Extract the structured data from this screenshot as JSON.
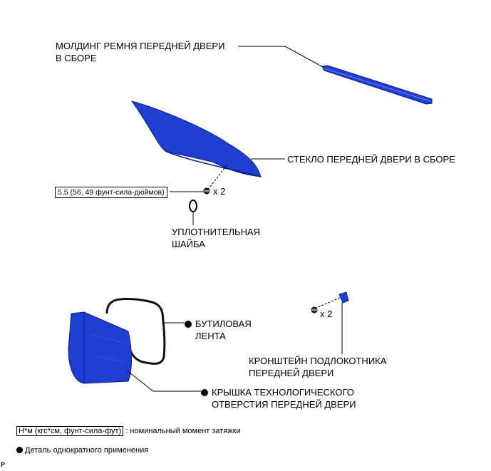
{
  "labels": {
    "belt_molding_1": "МОЛДИНГ РЕМНЯ ПЕРЕДНЕЙ ДВЕРИ",
    "belt_molding_2": "В СБОРЕ",
    "glass": "СТЕКЛО ПЕРЕДНЕЙ ДВЕРИ В СБОРЕ",
    "torque_value": "5,5 (56, 49 фунт-сила-дюймов)",
    "bolt_qty_1": "x 2",
    "washer_1": "УПЛОТНИТЕЛЬНАЯ",
    "washer_2": "ШАЙБА",
    "butyl_1": "БУТИЛОВАЯ",
    "butyl_2": "ЛЕНТА",
    "bolt_qty_2": "x 2",
    "bracket_1": "КРОНШТЕЙН ПОДЛОКОТНИКА",
    "bracket_2": "ПЕРЕДНЕЙ ДВЕРИ",
    "cover_1": "КРЫШКА ТЕХНОЛОГИЧЕСКОГО",
    "cover_2": "ОТВЕРСТИЯ ПЕРЕДНЕЙ ДВЕРИ"
  },
  "legend": {
    "torque_unit": "Н*м (кгс*см, фунт-сила-фут)",
    "torque_desc": ": номинальный момент затяжки",
    "nonreusable": "Деталь однократного применения"
  },
  "corner_mark": "P",
  "colors": {
    "part_fill": "#1e3fd0",
    "part_dark": "#0d1f8a",
    "line": "#000000"
  }
}
